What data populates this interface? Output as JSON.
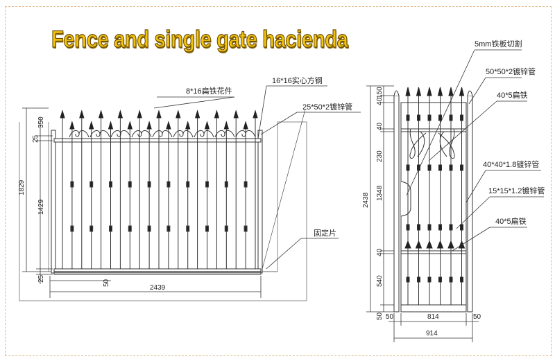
{
  "title": "Fence and single gate hacienda",
  "fence": {
    "labels": {
      "flower_piece": "8*16扁铁花件",
      "square_steel": "16*16实心方钢",
      "rail_tube": "25*50*2镀锌管",
      "fixing_plate": "固定片"
    },
    "dims": {
      "total_height": "1829",
      "top_section": "350",
      "rail_top": "25",
      "middle": "1429",
      "rail_bottom": "25",
      "foot": "50",
      "width": "2439"
    }
  },
  "gate": {
    "labels": {
      "steel_plate_cut": "5mm铁板切割",
      "post_tube": "50*50*2镀锌管",
      "flat_iron_top": "40*5扁铁",
      "frame_tube": "40*40*1.8镀锌管",
      "picket_tube": "15*15*1.2镀锌管",
      "flat_iron_bottom": "40*5扁铁"
    },
    "dims": {
      "finial": "150",
      "top_gap": "40",
      "upper": "230",
      "rail_a": "40",
      "total_height": "2438",
      "middle": "1348",
      "rail_b": "40",
      "lower": "540",
      "bottom": "50",
      "post_left": "50",
      "inner_width": "814",
      "post_right": "50",
      "outer_width": "914"
    }
  }
}
